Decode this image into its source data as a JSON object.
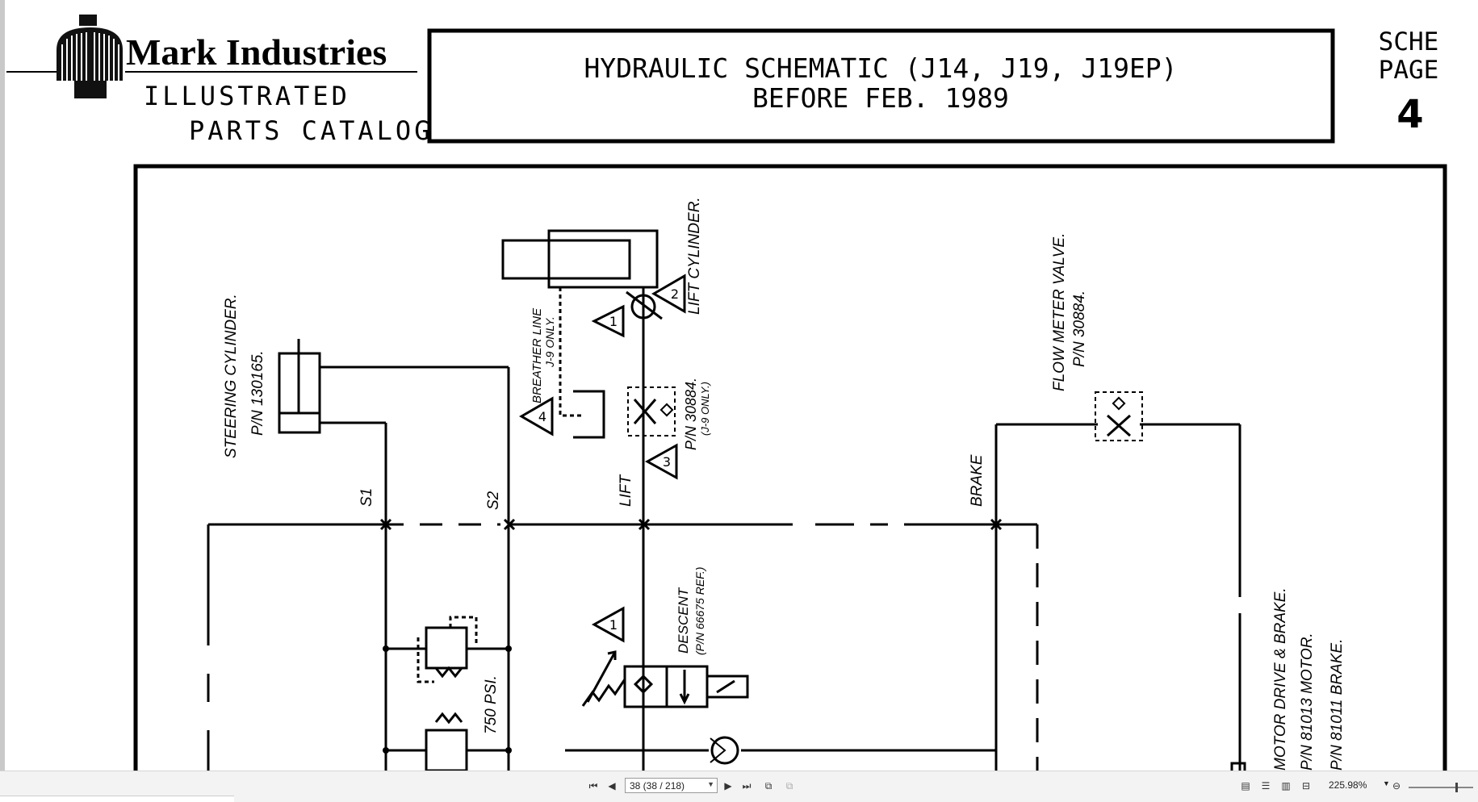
{
  "header": {
    "brand": "Mark Industries",
    "catalog_line1": "ILLUSTRATED",
    "catalog_line2": "PARTS CATALOG",
    "title_line1": "HYDRAULIC SCHEMATIC (J14, J19, J19EP)",
    "title_line2": "BEFORE FEB. 1989",
    "sche_label": "SCHE",
    "page_label": "PAGE",
    "page_number": "4"
  },
  "schematic": {
    "steering_cylinder": "STEERING CYLINDER.",
    "steering_pn": "P/N 130165.",
    "s1": "S1",
    "s2": "S2",
    "breather_line": "BREATHER LINE",
    "breather_note": "J-9 ONLY.",
    "lift_cylinder": "LIFT CYLINDER.",
    "pn_30884_a": "P/N 30884.",
    "pn_30884_a_note": "(J-9 ONLY.)",
    "lift": "LIFT",
    "brake": "BRAKE",
    "flow_meter_valve": "FLOW METER VALVE.",
    "flow_meter_pn": "P/N 30884.",
    "descent": "DESCENT",
    "descent_ref": "(P/N 66675 REF.)",
    "psi": "750 PSI.",
    "motor_drive": "MOTOR DRIVE & BRAKE.",
    "motor_pn": "P/N 81013 MOTOR.",
    "brake_pn": "P/N 81011 BRAKE.",
    "tri1": "1",
    "tri2": "2",
    "tri3": "3",
    "tri4": "4"
  },
  "statusbar": {
    "page_field": "38 (38 / 218)",
    "zoom": "225.98%"
  }
}
